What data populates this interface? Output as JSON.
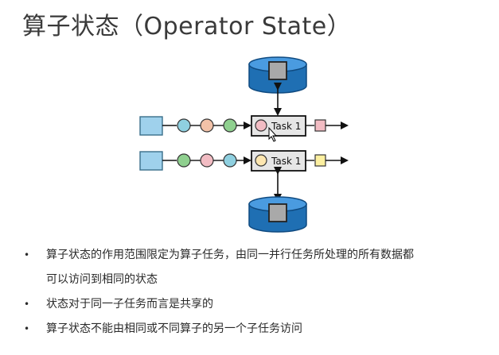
{
  "slide": {
    "title": "算子状态（Operator State）"
  },
  "diagram": {
    "tasks": [
      {
        "label": "Task 1",
        "input_records": [
          "#8fd0e0",
          "#f2c2a8",
          "#8fd08f"
        ],
        "state_circle": "#f2bcc3",
        "output_record": "#f2bcc3",
        "state_store_position": "above"
      },
      {
        "label": "Task 1",
        "input_records": [
          "#8fd08f",
          "#f2bcc3",
          "#8fd0e0"
        ],
        "state_circle": "#fde6b0",
        "output_record": "#fdf0a0",
        "state_store_position": "below"
      }
    ],
    "colors": {
      "source": "#9fd1ec",
      "source_stroke": "#3a6e8a",
      "task_fill": "#e6e6e6",
      "database": "#1f6fb3",
      "database_dark": "#0f4a80",
      "state_square": "#a9a9a9",
      "arrow": "#111111"
    }
  },
  "bullets": [
    {
      "line1": "算子状态的作用范围限定为算子任务，由同一并行任务所处理的所有数据都",
      "line2": "可以访问到相同的状态"
    },
    {
      "line1": "状态对于同一子任务而言是共享的"
    },
    {
      "line1": "算子状态不能由相同或不同算子的另一个子任务访问"
    }
  ]
}
